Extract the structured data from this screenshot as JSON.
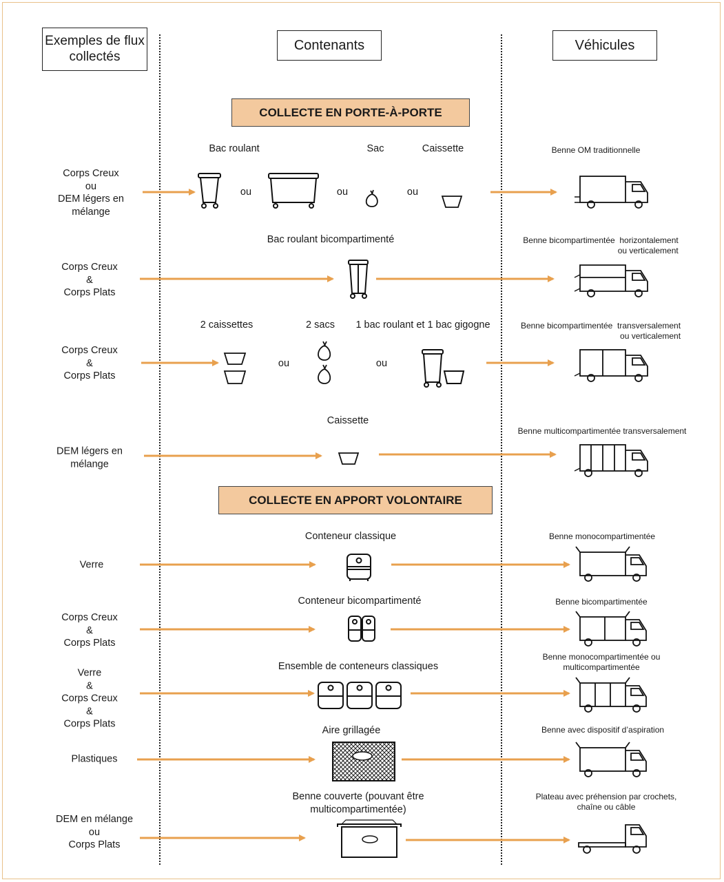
{
  "headers": {
    "flux": "Exemples de flux collectés",
    "contenants": "Contenants",
    "vehicules": "Véhicules"
  },
  "sections": {
    "porte": "COLLECTE EN PORTE-À-PORTE",
    "apport": "COLLECTE EN APPORT VOLONTAIRE"
  },
  "connector": "ou",
  "rows": [
    {
      "flux": "Corps Creux\nou\nDEM légers en\nmélange",
      "labels": [
        "Bac roulant",
        "Sac",
        "Caissette"
      ],
      "vehicle": "Benne OM traditionnelle"
    },
    {
      "flux": "Corps Creux\n&\nCorps Plats",
      "container": "Bac roulant bicompartimenté",
      "vehicle": "Benne bicompartimentée  horizontalement\nou verticalement"
    },
    {
      "flux": "Corps Creux\n&\nCorps Plats",
      "labels": [
        "2 caissettes",
        "2 sacs",
        "1 bac roulant et 1 bac gigogne"
      ],
      "vehicle": "Benne bicompartimentée  transversalement\nou verticalement"
    },
    {
      "flux": "DEM légers en\nmélange",
      "container": "Caissette",
      "vehicle": "Benne multicompartimentée transversalement"
    },
    {
      "flux": "Verre",
      "container": "Conteneur classique",
      "vehicle": "Benne monocompartimentée"
    },
    {
      "flux": "Corps Creux\n&\nCorps Plats",
      "container": "Conteneur bicompartimenté",
      "vehicle": "Benne bicompartimentée"
    },
    {
      "flux": "Verre\n&\nCorps Creux\n&\nCorps Plats",
      "container": "Ensemble de conteneurs classiques",
      "vehicle": "Benne monocompartimentée ou\nmulticompartimentée"
    },
    {
      "flux": "Plastiques",
      "container": "Aire grillagée",
      "vehicle": "Benne avec dispositif d’aspiration"
    },
    {
      "flux": "DEM en mélange\nou\nCorps Plats",
      "container": "Benne couverte (pouvant être\nmulticompartimentée)",
      "vehicle": "Plateau avec préhension par crochets,\nchaîne ou câble"
    }
  ],
  "colors": {
    "arrow": "#e8a04e",
    "band": "#f3c99e",
    "frame": "#e8c089"
  }
}
